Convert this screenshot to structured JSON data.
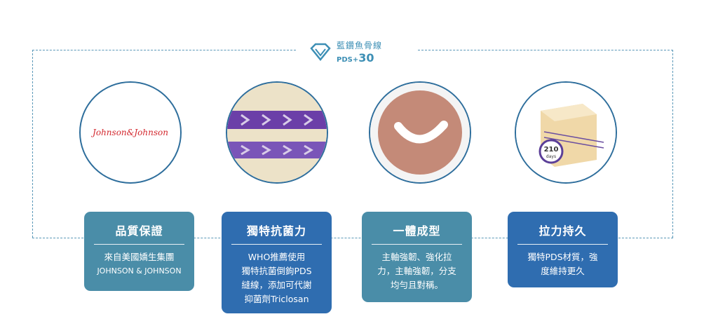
{
  "logo": {
    "title": "藍鑽魚骨線",
    "subtitle_prefix": "PDS+",
    "subtitle_num": "30"
  },
  "brand_image_text": "Johnson&Johnson",
  "days_badge": {
    "number": "210",
    "unit": "days"
  },
  "features": [
    {
      "title": "品質保證",
      "lines": [
        "來自美國嬌生集團",
        "JOHNSON & JOHNSON"
      ]
    },
    {
      "title": "獨特抗菌力",
      "lines": [
        "WHO推薦使用",
        "獨特抗菌倒鉤PDS",
        "縫線，添加可代謝",
        "抑菌劑Triclosan"
      ]
    },
    {
      "title": "一體成型",
      "lines": [
        "主軸強韌、強化拉",
        "力，主軸強韌，分支",
        "均勻且對稱。"
      ]
    },
    {
      "title": "拉力持久",
      "lines": [
        "獨特PDS材質，強",
        "度維持更久"
      ]
    }
  ],
  "colors": {
    "teal": "#4a8da8",
    "blue": "#2f6db0",
    "line": "#5a98b8"
  }
}
